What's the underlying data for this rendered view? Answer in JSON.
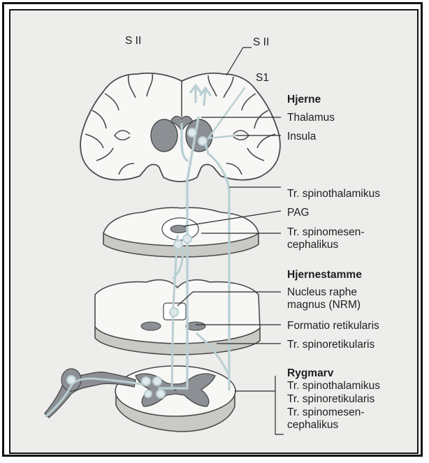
{
  "labels": {
    "s2_left": "S II",
    "s2_right": "S II",
    "s1": "S1",
    "hjerne": "Hjerne",
    "thalamus": "Thalamus",
    "insula": "Insula",
    "tr_spinothalamikus": "Tr. spinothalamikus",
    "pag": "PAG",
    "tr_spinomesen_1": "Tr. spinomesen-",
    "tr_spinomesen_2": "cephalikus",
    "hjernestamme": "Hjernestamme",
    "nrm_1": "Nucleus raphe",
    "nrm_2": "magnus (NRM)",
    "formatio": "Formatio retikularis",
    "tr_spinoretikularis": "Tr. spinoretikularis",
    "rygmarv": "Rygmarv",
    "rm_1": "Tr. spinothalamikus",
    "rm_2": "Tr. spinoretikularis",
    "rm_3": "Tr. spinomesen-",
    "rm_4": "cephalikus"
  },
  "colors": {
    "paper": "#ededeb",
    "tissue": "#f7f7f5",
    "section_side": "#c9c9c6",
    "gray_matter": "#8c9094",
    "pathway": "#b9cfd3",
    "outline": "#4a4a4a"
  }
}
